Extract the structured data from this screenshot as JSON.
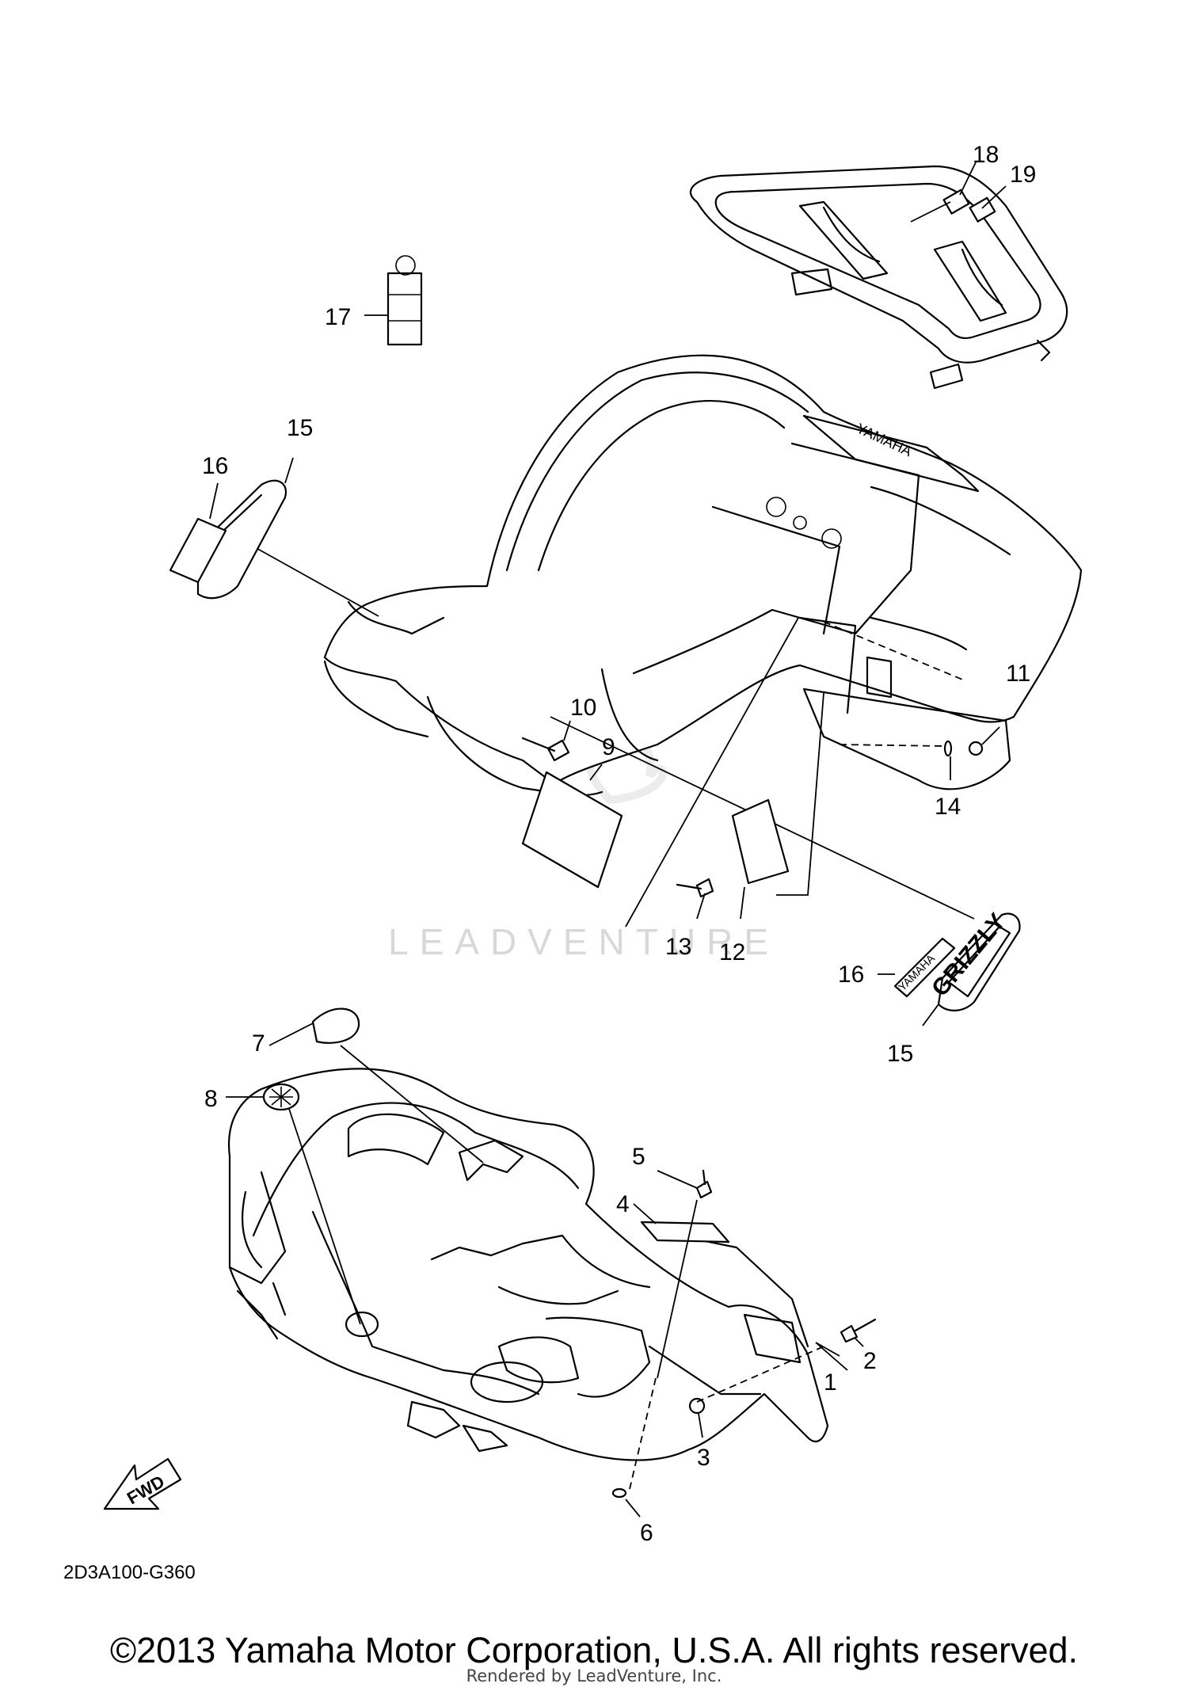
{
  "diagram": {
    "callouts": [
      "1",
      "2",
      "3",
      "4",
      "5",
      "6",
      "7",
      "8",
      "9",
      "10",
      "11",
      "12",
      "13",
      "14",
      "15",
      "16",
      "17",
      "18",
      "19",
      "15",
      "16"
    ],
    "part_code": "2D3A100-G360",
    "watermark": "LEADVENTURE",
    "decal_text": {
      "yamaha": "YAMAHA",
      "grizzly": "GRIZZLY",
      "fwd": "FWD"
    },
    "copyright": "©2013 Yamaha Motor Corporation, U.S.A. All rights reserved.",
    "rendered_by": "Rendered by LeadVenture, Inc."
  }
}
